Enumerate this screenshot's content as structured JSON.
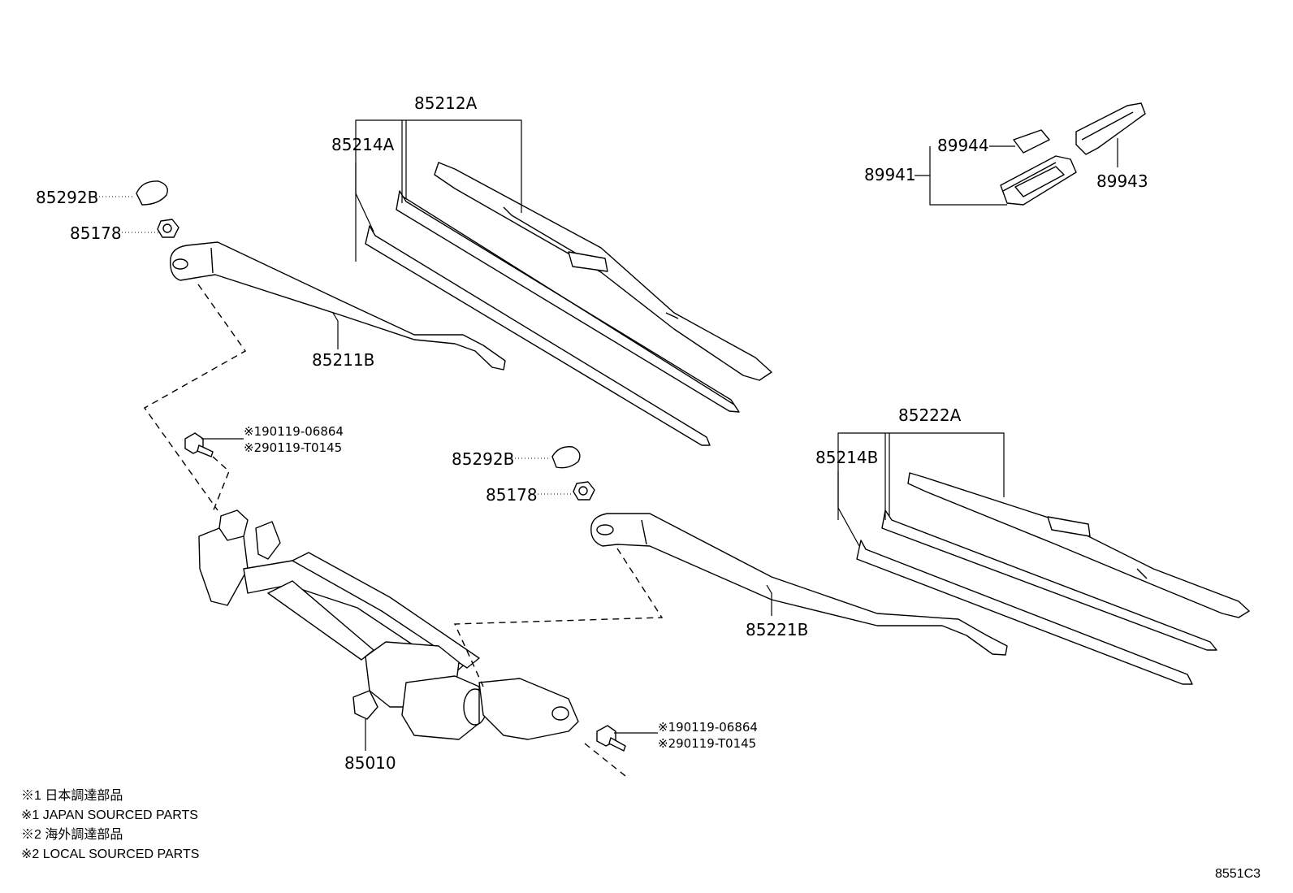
{
  "labels": {
    "p85212A": "85212A",
    "p85214A": "85214A",
    "p85292B_left": "85292B",
    "p85178_left": "85178",
    "p85211B": "85211B",
    "p85222A": "85222A",
    "p85214B": "85214B",
    "p85292B_right": "85292B",
    "p85178_right": "85178",
    "p85221B": "85221B",
    "p85010": "85010",
    "p89944": "89944",
    "p89941": "89941",
    "p89943": "89943",
    "bolt_left_1": "※190119-06864",
    "bolt_left_2": "※290119-T0145",
    "bolt_right_1": "※190119-06864",
    "bolt_right_2": "※290119-T0145"
  },
  "notes": [
    "※1 日本調達部品",
    "※1 JAPAN SOURCED PARTS",
    "※2 海外調達部品",
    "※2 LOCAL SOURCED PARTS"
  ],
  "figure_code": "8551C3"
}
